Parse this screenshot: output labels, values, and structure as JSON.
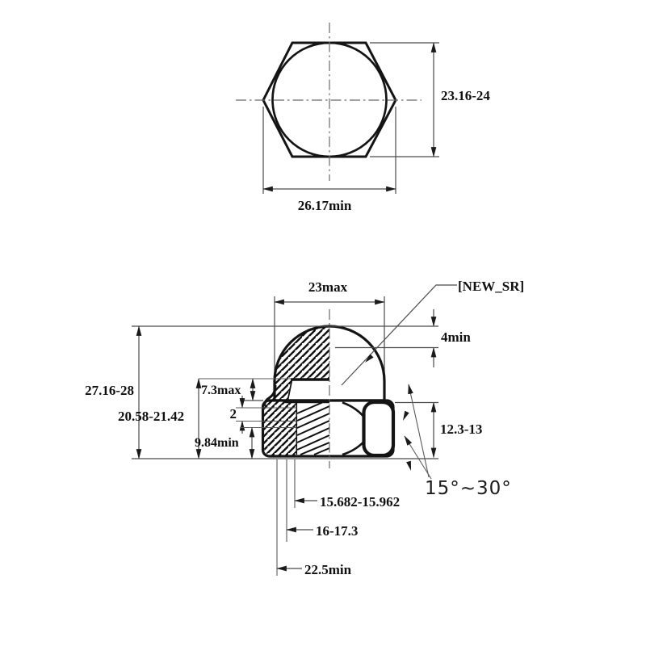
{
  "drawing": {
    "top_view": {
      "width_across_flats": "23.16-24",
      "width_across_corners": "26.17min"
    },
    "section_view": {
      "cap_diameter": "23max",
      "sr_callout": "[NEW_SR]",
      "crown_height": "4min",
      "total_height": "27.16-28",
      "inner_height": "20.58-21.42",
      "counterbore_depth": "7.3max",
      "thread_runout": "2",
      "thread_depth": "9.84min",
      "hex_height": "12.3-13",
      "chamfer_angle": "15°~30°",
      "thread_minor_dia": "15.682-15.962",
      "tap_drill_depth": "16-17.3",
      "thread_length": "22.5min"
    },
    "colors": {
      "line": "#141414",
      "dim_line": "#4a4a4a",
      "background": "#ffffff"
    }
  }
}
